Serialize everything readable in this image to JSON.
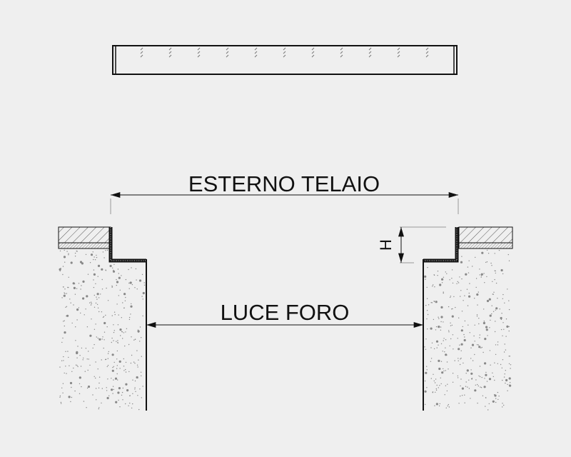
{
  "labels": {
    "outer_frame": "ESTERNO TELAIO",
    "opening": "LUCE FORO",
    "height": "H"
  },
  "colors": {
    "background": "#efefef",
    "line": "#111111",
    "speckle": "#888888"
  }
}
